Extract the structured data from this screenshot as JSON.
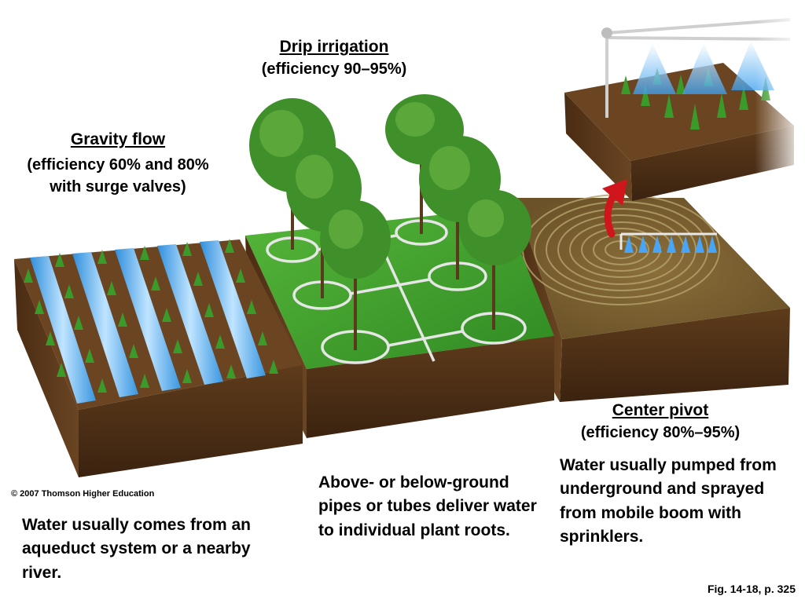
{
  "labels": {
    "drip": {
      "title": "Drip irrigation",
      "efficiency": "(efficiency 90–95%)",
      "description": "Above- or below-ground pipes or tubes deliver water to individual plant roots."
    },
    "gravity": {
      "title": "Gravity flow",
      "efficiency": "(efficiency 60% and 80% with surge valves)",
      "description": "Water usually comes from an aqueduct system or a nearby river."
    },
    "pivot": {
      "title": "Center pivot",
      "efficiency": "(efficiency 80%–95%)",
      "description": "Water usually pumped from underground and sprayed from mobile boom with sprinklers."
    }
  },
  "copyright": "© 2007 Thomson Higher Education",
  "figure_ref": "Fig. 14-18, p. 325",
  "colors": {
    "soil": "#5a3a1c",
    "soil_dark": "#3e2610",
    "grass": "#3e9a2a",
    "water": "#4aa8e8",
    "arrow": "#d0161c"
  }
}
